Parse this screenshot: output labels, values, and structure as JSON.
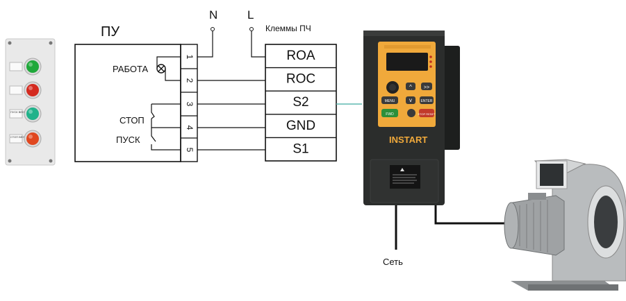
{
  "panel": {
    "title": "ПУ",
    "lamp_label": "РАБОТА",
    "stop_label": "СТОП",
    "start_label": "ПУСК",
    "terminal_numbers": [
      "1",
      "2",
      "3",
      "4",
      "5"
    ],
    "button_box_labels": [
      "",
      "",
      "ПУСК ВЕНТ",
      "СТОП ВЕНТ"
    ],
    "button_colors": [
      "#1fa83a",
      "#d42a1f",
      "#20b28a",
      "#e0471f"
    ]
  },
  "supply": {
    "n_label": "N",
    "l_label": "L"
  },
  "vfd_terminals": {
    "title": "Клеммы ПЧ",
    "labels": [
      "ROA",
      "ROC",
      "S2",
      "GND",
      "S1"
    ]
  },
  "inverter": {
    "brand": "INSTART",
    "keys": [
      "MENU",
      "ENTER",
      "FWD",
      "STOP RESET"
    ],
    "body_color": "#2b2d2c",
    "panel_color": "#f0a93b"
  },
  "mains_label": "Сеть"
}
